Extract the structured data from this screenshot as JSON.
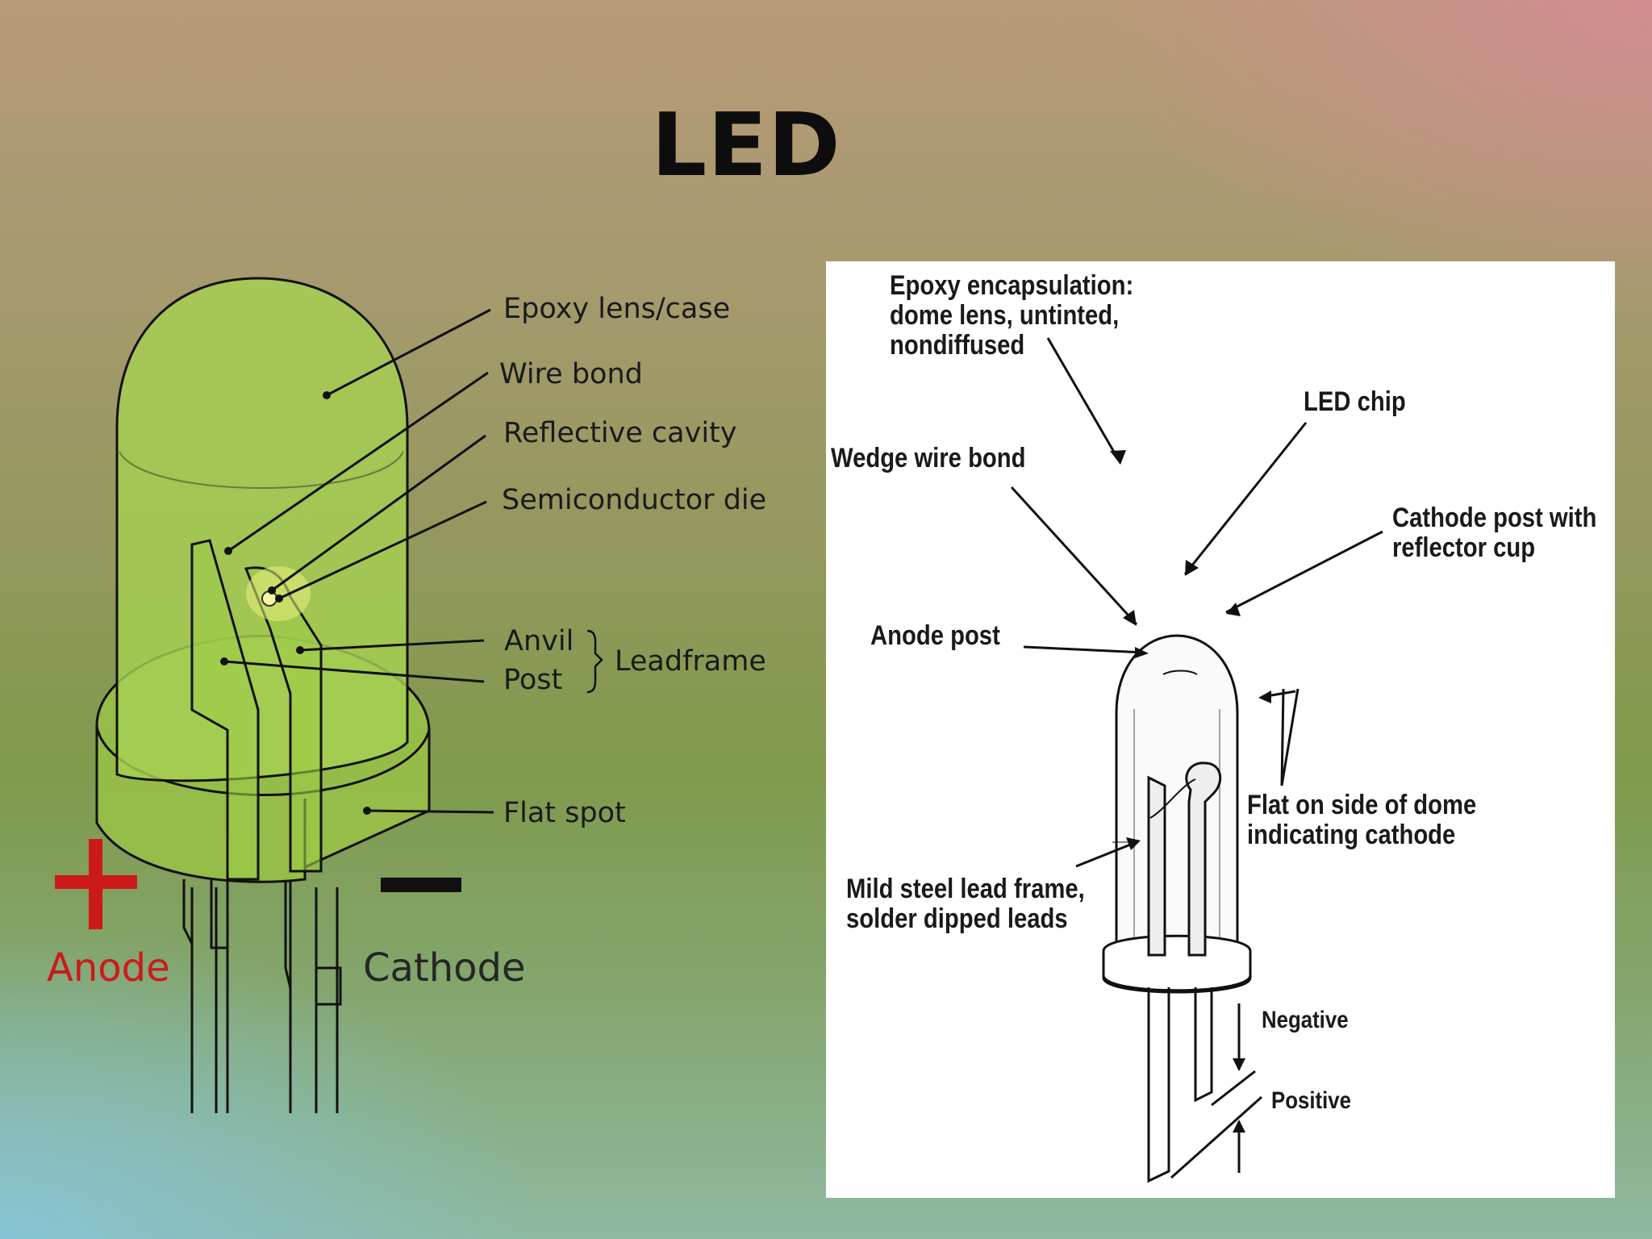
{
  "title": "LED",
  "left_diagram": {
    "labels": {
      "epoxy": "Epoxy lens/case",
      "wire_bond": "Wire bond",
      "reflective_cavity": "Reflective cavity",
      "semiconductor_die": "Semiconductor die",
      "anvil": "Anvil",
      "post": "Post",
      "leadframe": "Leadframe",
      "flat_spot": "Flat spot",
      "anode": "Anode",
      "cathode": "Cathode"
    },
    "colors": {
      "case_fill": "#9cc44a",
      "anode_sign": "#cc1a1a",
      "cathode_sign": "#111111"
    }
  },
  "right_diagram": {
    "labels": {
      "epoxy_encapsulation": [
        "Epoxy encapsulation:",
        "dome lens, untinted,",
        "nondiffused"
      ],
      "led_chip": "LED chip",
      "wedge_wire_bond": "Wedge wire bond",
      "cathode_post": [
        "Cathode post with",
        "reflector cup"
      ],
      "anode_post": "Anode post",
      "flat_on_side": [
        "Flat on side of dome",
        "indicating cathode"
      ],
      "mild_steel": [
        "Mild steel lead frame,",
        "solder dipped leads"
      ],
      "negative": "Negative",
      "positive": "Positive"
    }
  }
}
